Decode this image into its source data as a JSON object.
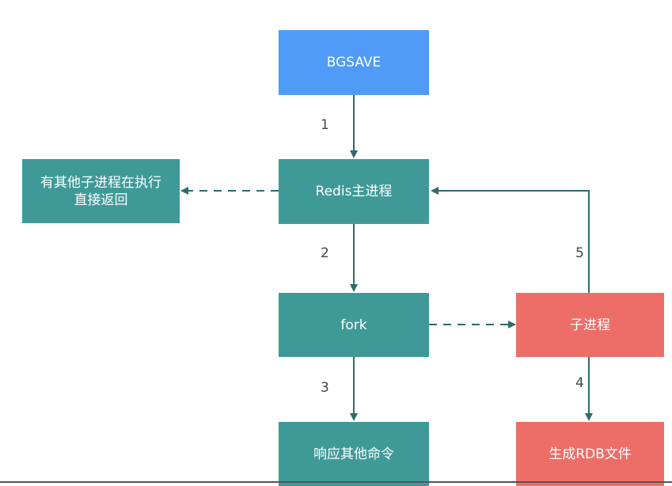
{
  "nodes": {
    "bgsave": "BGSAVE",
    "main_process": "Redis主进程",
    "busy_line1": "有其他子进程在执行",
    "busy_line2": "直接返回",
    "fork": "fork",
    "child_process": "子进程",
    "respond": "响应其他命令",
    "generate_rdb": "生成RDB文件"
  },
  "steps": {
    "s1": "1",
    "s2": "2",
    "s3": "3",
    "s4": "4",
    "s5": "5"
  },
  "colors": {
    "start": "#4f9bf7",
    "process": "#3f9a97",
    "child": "#ec6e67",
    "arrow": "#2e6b6b"
  }
}
